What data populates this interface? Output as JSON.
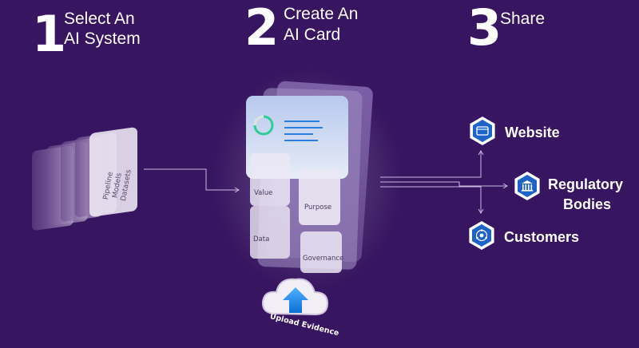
{
  "steps": [
    {
      "number": "1",
      "line1": "Select An",
      "line2": "AI System"
    },
    {
      "number": "2",
      "line1": "Create An",
      "line2": "AI Card"
    },
    {
      "number": "3",
      "line1": "Share",
      "line2": ""
    }
  ],
  "stack_labels": [
    "Pipeline",
    "Models",
    "Datasets"
  ],
  "card_sections": {
    "value": "Value",
    "purpose": "Purpose",
    "data": "Data",
    "governance": "Governance"
  },
  "upload_label": "Upload Evidence",
  "destinations": {
    "website": "Website",
    "regulatory_line1": "Regulatory",
    "regulatory_line2": "Bodies",
    "customers": "Customers"
  },
  "icons": {
    "website": "browser-window-icon",
    "regulatory": "government-building-icon",
    "customers": "network-gear-icon",
    "upload": "cloud-upload-icon"
  },
  "colors": {
    "background": "#371560",
    "accent": "#1e88e5",
    "progress_ring": "#2ecc9a"
  }
}
